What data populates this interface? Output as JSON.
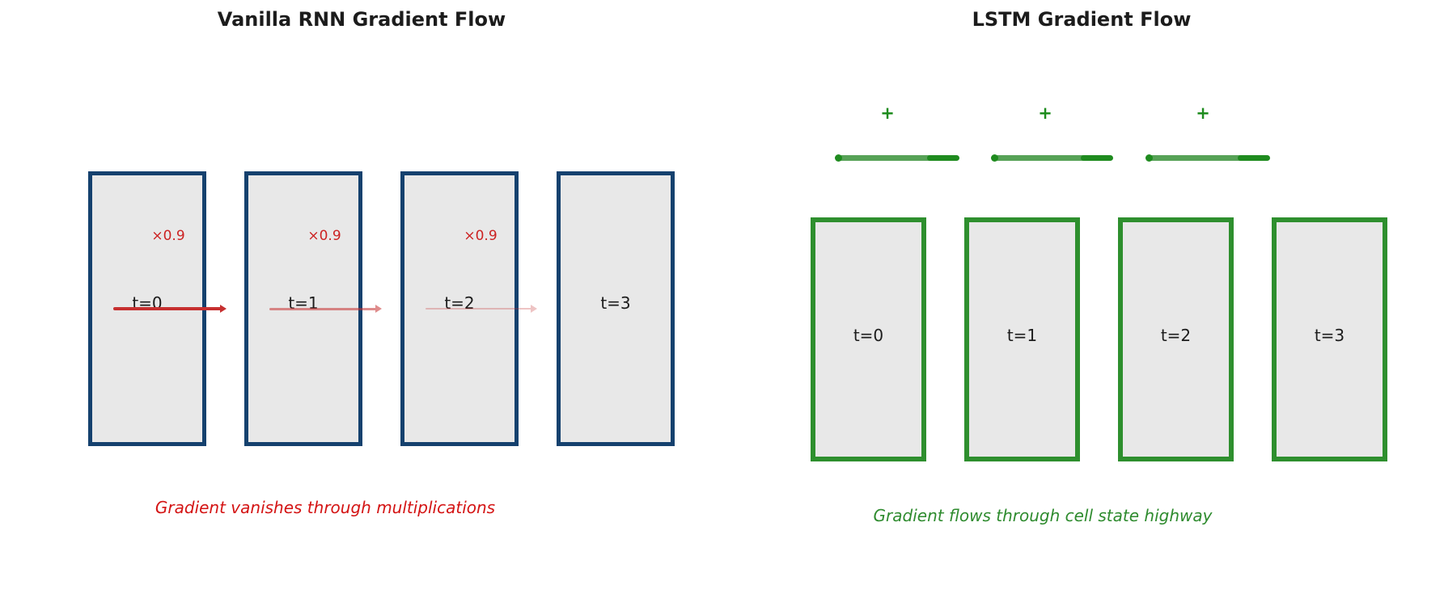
{
  "colors": {
    "rnn-border": "#15416e",
    "lstm-border": "#2e8f2e",
    "box-fill": "#e8e8e8",
    "arrow-red": "#c62f2f",
    "mult-red": "#cc2222",
    "caption-red": "#d41414",
    "lstm-line": "#57a257",
    "lstm-line-dark": "#1f8b1f",
    "lstm-plus": "#1e8c1e",
    "caption-green": "#2e8b2e"
  },
  "rnn": {
    "title": "Vanilla RNN Gradient Flow",
    "boxes": [
      {
        "label": "t=0"
      },
      {
        "label": "t=1"
      },
      {
        "label": "t=2"
      },
      {
        "label": "t=3"
      }
    ],
    "mult_labels": [
      "×0.9",
      "×0.9",
      "×0.9"
    ],
    "caption": "Gradient vanishes through multiplications"
  },
  "lstm": {
    "title": "LSTM Gradient Flow",
    "boxes": [
      {
        "label": "t=0"
      },
      {
        "label": "t=1"
      },
      {
        "label": "t=2"
      },
      {
        "label": "t=3"
      }
    ],
    "plus_labels": [
      "+",
      "+",
      "+"
    ],
    "caption": "Gradient flows through cell state highway"
  }
}
